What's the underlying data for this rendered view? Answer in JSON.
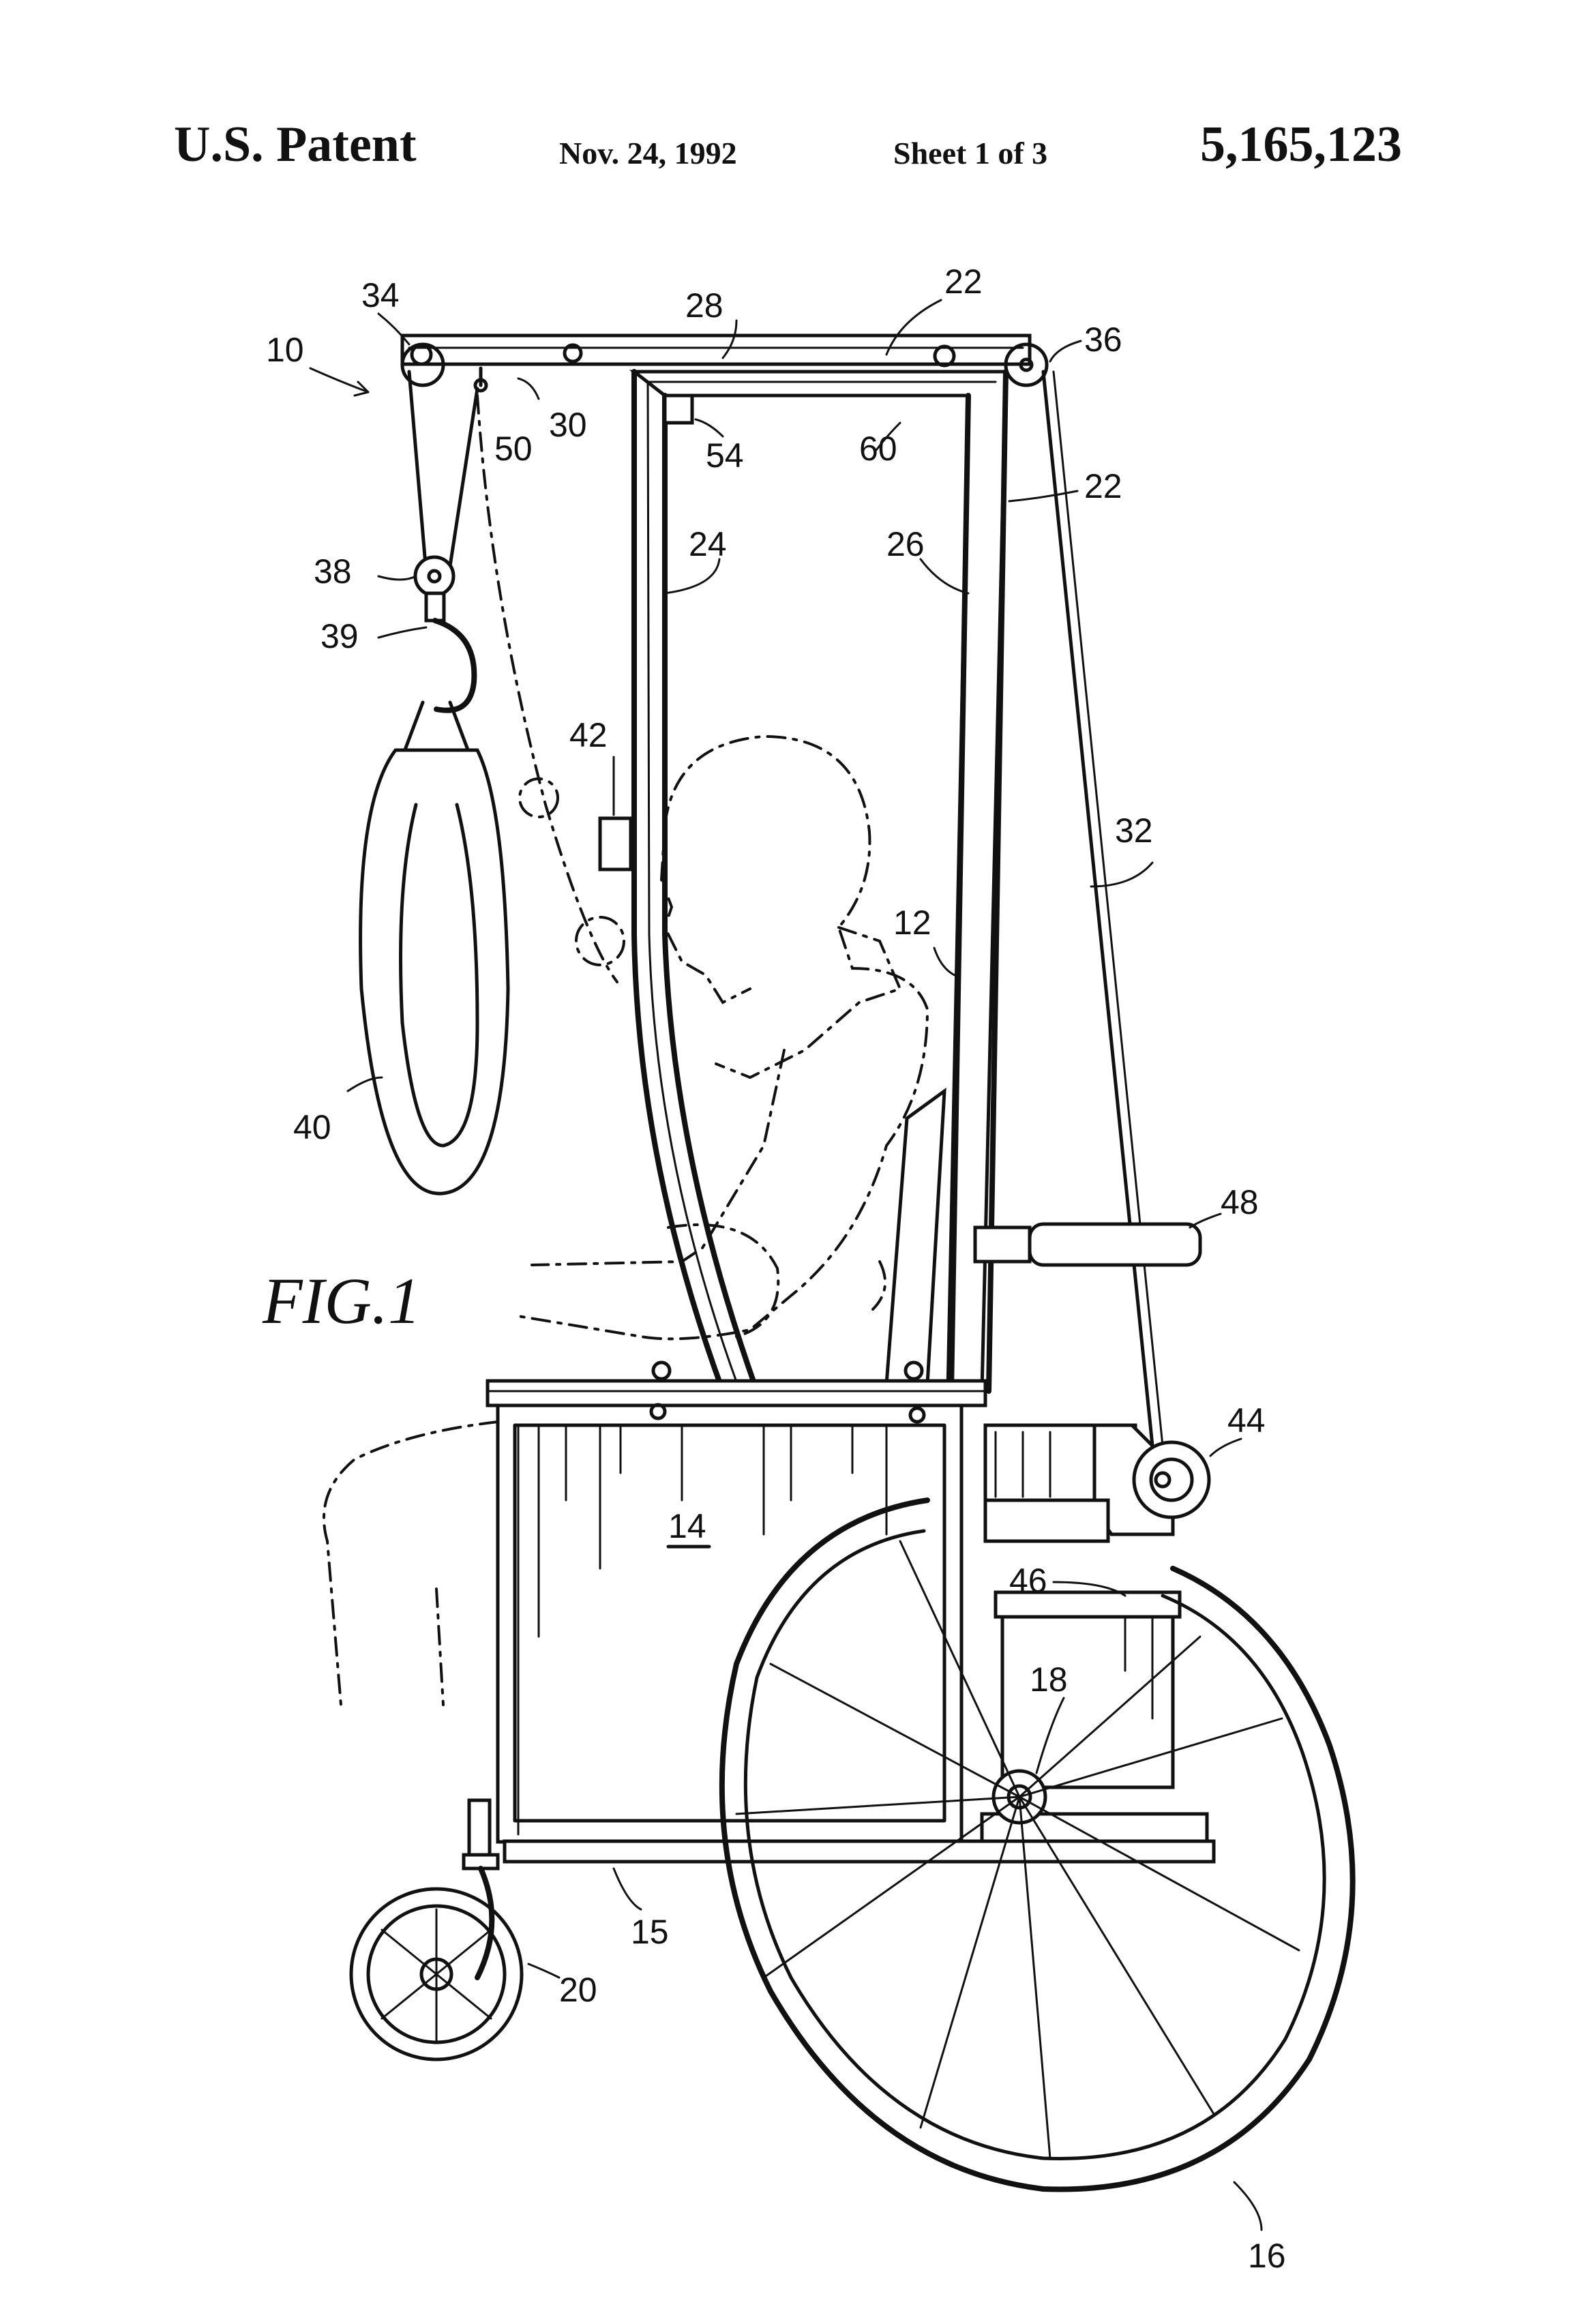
{
  "header": {
    "title": "U.S. Patent",
    "date": "Nov. 24, 1992",
    "sheet": "Sheet 1 of 3",
    "number": "5,165,123"
  },
  "figure": {
    "caption": "FIG.1",
    "labels": {
      "l10": "10",
      "l34": "34",
      "l28": "28",
      "l22a": "22",
      "l36": "36",
      "l30": "30",
      "l50": "50",
      "l54": "54",
      "l60": "60",
      "l22b": "22",
      "l24": "24",
      "l26": "26",
      "l38": "38",
      "l39": "39",
      "l42": "42",
      "l32": "32",
      "l12": "12",
      "l40": "40",
      "l48": "48",
      "l44": "44",
      "l14": "14",
      "l46": "46",
      "l18": "18",
      "l15": "15",
      "l20": "20",
      "l16": "16"
    }
  }
}
